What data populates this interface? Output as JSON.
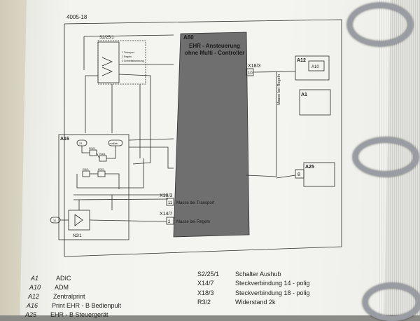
{
  "page_number": "4005-18",
  "blocks": {
    "a60": {
      "id": "A60",
      "title1": "EHR - Ansteuerung",
      "title2": "ohne Multi - Controller"
    },
    "s2": {
      "id": "S2/25/1",
      "opt1": "1  Transport",
      "opt2": "2  Regeln",
      "opt3": "3  Schnellabsenkung"
    },
    "a16": {
      "id": "A16",
      "n31": "31",
      "nvdiab": "+vdiab",
      "r35": "R3/5",
      "r34": "R3/4",
      "r33": "R3/3",
      "r32": "R3/2",
      "n31b": "31",
      "n21": "N2/1"
    },
    "a12": {
      "id": "A12",
      "a10": "A10"
    },
    "a1": {
      "id": "A1"
    },
    "a25": {
      "id": "A25",
      "pin": "8"
    },
    "conn_x18_top": {
      "label": "X18/3",
      "pin": "10"
    },
    "masse_vertical": "Masse bei Regeln",
    "conn_x18_mid": {
      "label": "X18/3",
      "pin": "11",
      "text": "Masse bei Transport"
    },
    "conn_x14": {
      "label": "X14/7",
      "pin": "2",
      "text": "Masse bei Regeln"
    }
  },
  "legend_left": [
    {
      "code": "A1",
      "desc": "ADIC"
    },
    {
      "code": "A10",
      "desc": "ADM"
    },
    {
      "code": "A12",
      "desc": "Zentralprint"
    },
    {
      "code": "A16",
      "desc": "Print EHR - B Bedienpult"
    },
    {
      "code": "A25",
      "desc": "EHR - B Steuergerät"
    }
  ],
  "legend_right": [
    {
      "code": "S2/25/1",
      "desc": "Schalter Aushub"
    },
    {
      "code": "X14/7",
      "desc": "Steckverbindung 14 - polig"
    },
    {
      "code": "X18/3",
      "desc": "Steckverbindung 18 - polig"
    },
    {
      "code": "R3/2",
      "desc": "Widerstand 2k"
    }
  ]
}
